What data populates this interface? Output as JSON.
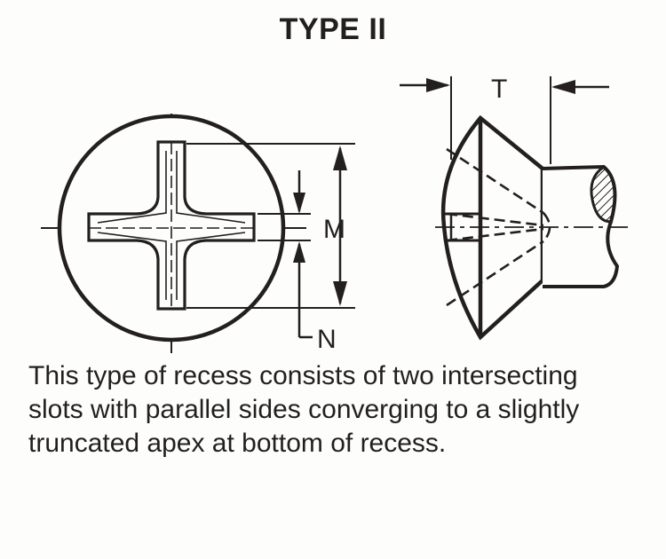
{
  "title": "TYPE II",
  "labels": {
    "m": "M",
    "n": "N",
    "t": "T"
  },
  "caption": [
    "This type of recess consists of two intersecting",
    "slots with parallel sides converging to a slightly",
    "truncated apex at bottom of recess."
  ],
  "colors": {
    "ink": "#231f20",
    "paper": "#fdfdfc"
  }
}
